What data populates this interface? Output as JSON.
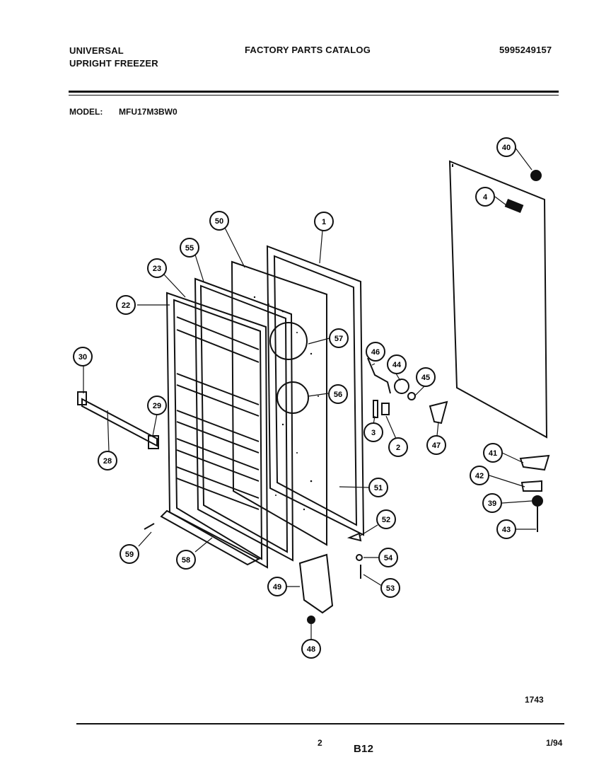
{
  "header": {
    "brand_line1": "UNIVERSAL",
    "brand_line2": "UPRIGHT FREEZER",
    "catalog_title": "FACTORY PARTS CATALOG",
    "catalog_number": "5995249157",
    "model_label": "MODEL:",
    "model_value": "MFU17M3BW0"
  },
  "footer": {
    "drawing_number": "1743",
    "page_number": "2",
    "section_code": "B12",
    "date_code": "1/94"
  },
  "callouts": [
    "40",
    "4",
    "50",
    "1",
    "55",
    "23",
    "22",
    "57",
    "30",
    "46",
    "44",
    "45",
    "56",
    "29",
    "3",
    "2",
    "47",
    "28",
    "41",
    "42",
    "51",
    "39",
    "43",
    "52",
    "59",
    "58",
    "54",
    "49",
    "53",
    "48"
  ]
}
